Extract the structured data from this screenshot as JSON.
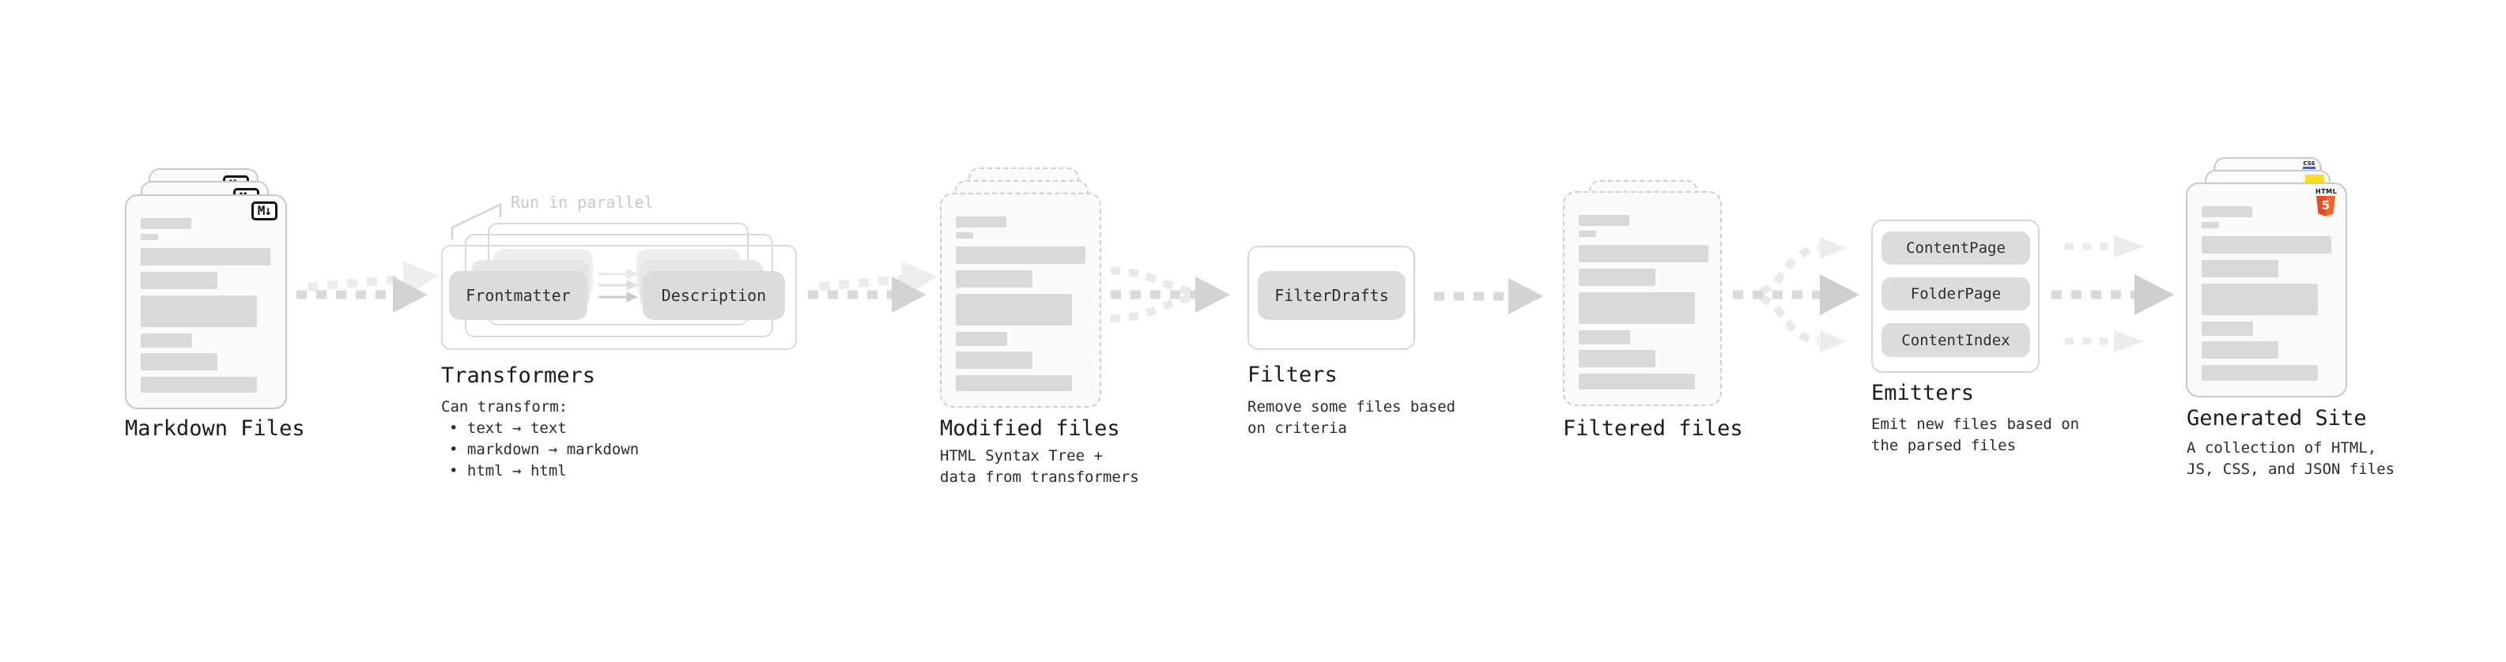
{
  "stages": {
    "markdown_files": {
      "label": "Markdown Files",
      "badge": "M↓"
    },
    "transformers": {
      "label": "Transformers",
      "annotation": "Run in parallel",
      "pills": [
        "Frontmatter",
        "Description"
      ],
      "desc_title": "Can transform:",
      "bullets": [
        "• text → text",
        "• markdown → markdown",
        "• html → html"
      ]
    },
    "modified_files": {
      "label": "Modified files",
      "desc_lines": [
        "HTML Syntax Tree +",
        "data from transformers"
      ]
    },
    "filters": {
      "label": "Filters",
      "pills": [
        "FilterDrafts"
      ],
      "desc_lines": [
        "Remove some files based",
        "on criteria"
      ]
    },
    "filtered_files": {
      "label": "Filtered files"
    },
    "emitters": {
      "label": "Emitters",
      "pills": [
        "ContentPage",
        "FolderPage",
        "ContentIndex"
      ],
      "desc_lines": [
        "Emit new files based on",
        "the parsed files"
      ]
    },
    "generated_site": {
      "label": "Generated Site",
      "badges": {
        "css": "CSS",
        "html_word": "HTML",
        "html_five": "5"
      },
      "desc_lines": [
        "A collection of HTML,",
        "JS, CSS, and JSON files"
      ]
    }
  },
  "colors": {
    "canvas_bg": "#ffffff",
    "card_bg": "#fafafa",
    "card_border": "#c9c9c9",
    "dashed_border": "#cfcfcf",
    "skeleton": "#d9d9d9",
    "pill_bg": "#dcdcdc",
    "arrow_dash": "#d9d9d9",
    "arrow_head": "#d3d3d3",
    "annotation": "#c8c8c8",
    "heading": "#1b1b1b",
    "body_text": "#2b2b2b",
    "css_blue": "#2965f1",
    "js_yellow": "#f7df1e",
    "html5_orange": "#e44d26"
  }
}
